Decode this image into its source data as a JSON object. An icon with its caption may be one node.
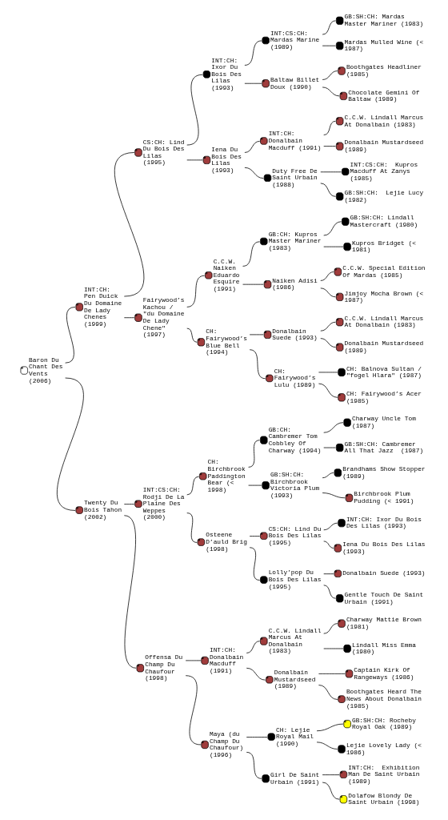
{
  "diagram": {
    "nodes": [
      {
        "text": [
          "GB:SH:CH: Mardas Master Mariner (1983)"
        ]
      },
      {
        "text": [
          "INT:CS:CH:  Mardas Marine (1989)"
        ]
      },
      {
        "text": [
          "Mardas Mulled Wine (< 1987)"
        ]
      },
      {
        "text": [
          "INT:CH: Ixor Du Bois Des Lilas (1993)"
        ]
      },
      {
        "text": [
          "Boothgates Headliner (1985)"
        ]
      },
      {
        "text": [
          "Baltaw Billet Doux (1990)"
        ]
      },
      {
        "text": [
          "Chocolate Gemini Of Baltaw (1989)"
        ]
      },
      {
        "text": [
          "CS:CH: Lind Du Bois Des Lilas (1995)"
        ]
      },
      {
        "text": [
          "C.C.W. Lindall Marcus At Donalbain (1983)"
        ]
      },
      {
        "text": [
          "INT:CH:  Donalbain Macduff (1991)"
        ]
      },
      {
        "text": [
          "Donalbain Mustardseed (1989)"
        ]
      },
      {
        "text": [
          "Iena Du Bois Des Lilas (1993)"
        ]
      },
      {
        "text": [
          "INT:CS:CH:  Kupros Macduff At Zanys (1985)"
        ]
      },
      {
        "text": [
          "Duty Free De Saint Urbain (1988)"
        ]
      },
      {
        "text": [
          "GB:SH:CH:  Lejie Lucy (1982)"
        ]
      },
      {
        "text": [
          "INT:CH:  Pen Duick Du Domaine De Lady Chenes (1999)"
        ]
      },
      {
        "text": [
          "GB:SH:CH: Lindall Mastercraft (1980)"
        ]
      },
      {
        "text": [
          "GB:CH: Kupros Master Mariner (1983)"
        ]
      },
      {
        "text": [
          "Kupros Bridget (< 1981)"
        ]
      },
      {
        "text": [
          "C.C.W. Naiken Eduardo Esquire (1991)"
        ]
      },
      {
        "text": [
          "C.C.W. Special Edition Of Mardas (1985)"
        ]
      },
      {
        "text": [
          "Naiken Adisi (1986)"
        ]
      },
      {
        "text": [
          "Jimjoy Mocha Brown (< 1987)"
        ]
      },
      {
        "text": [
          "Fairywood’s Kachou / \"du Domaine De Lady Chene\" (1997)"
        ]
      },
      {
        "text": [
          "C.C.W. Lindall Marcus At Donalbain (1983)"
        ]
      },
      {
        "text": [
          "Donalbain Suede (1993)"
        ]
      },
      {
        "text": [
          "Donalbain Mustardseed (1989)"
        ]
      },
      {
        "text": [
          "CH: Fairywood’s Blue Bell (1994)"
        ]
      },
      {
        "text": [
          "CH: Balnova Sultan / \"fogel Hlara\" (1987)"
        ]
      },
      {
        "text": [
          "CH: Fairywood’s Lulu (1989)"
        ]
      },
      {
        "text": [
          "CH: Fairywood’s Acer (1985)"
        ]
      },
      {
        "text": [
          "Baron Du Chant Des Vents (2006)"
        ]
      },
      {
        "text": [
          "Charway Uncle Tom (1987)"
        ]
      },
      {
        "text": [
          "GB:CH: Cambremer Tom Cobbley Of Charway (1994)"
        ]
      },
      {
        "text": [
          "GB:SH:CH: Cambremer All That Jazz  (1987)"
        ]
      },
      {
        "text": [
          "CH: Birchbrook Paddington Bear (< 1998)"
        ]
      },
      {
        "text": [
          "Brandhams Show Stopper (1989)"
        ]
      },
      {
        "text": [
          "GB:SH:CH: Birchbrook Victoria Plum (1993)"
        ]
      },
      {
        "text": [
          "Birchbrook Plum Pudding (< 1991)"
        ]
      },
      {
        "text": [
          "INT:CS:CH: Rodji De La Plaine Des Weppes (2000)"
        ]
      },
      {
        "text": [
          "INT:CH: Ixor Du Bois Des Lilas (1993)"
        ]
      },
      {
        "text": [
          "CS:CH: Lind Du Bois Des Lilas (1995)"
        ]
      },
      {
        "text": [
          "Iena Du Bois Des Lilas (1993)"
        ]
      },
      {
        "text": [
          "Osteene D’auld Brig (1998)"
        ]
      },
      {
        "text": [
          "Donalbain Suede (1993)"
        ]
      },
      {
        "text": [
          "Lolly’pop Du Bois Des Lilas (1995)"
        ]
      },
      {
        "text": [
          "Gentle Touch De Saint Urbain (1991)"
        ]
      },
      {
        "text": [
          "Twenty Du Bois Tahon (2002)"
        ]
      },
      {
        "text": [
          "Charway Mattie Brown (1981)"
        ]
      },
      {
        "text": [
          "C.C.W. Lindall Marcus At Donalbain (1983)"
        ]
      },
      {
        "text": [
          "Lindall Miss Emma (1980)"
        ]
      },
      {
        "text": [
          "INT:CH:  Donalbain Macduff (1991)"
        ]
      },
      {
        "text": [
          "Captain Kirk Of Rangeways (1986)"
        ]
      },
      {
        "text": [
          "Donalbain Mustardseed (1989)"
        ]
      },
      {
        "text": [
          "Boothgates Heard The News About Donalbain (1985)"
        ]
      },
      {
        "text": [
          "Offensa Du Champ Du Chaufour (1998)"
        ]
      },
      {
        "text": [
          "GB:SH:CH: Rocheby Royal Oak (1989)"
        ]
      },
      {
        "text": [
          "CH: Lejie Royal Mail (1990)"
        ]
      },
      {
        "text": [
          "Lejie Lovely Lady (< 1986)"
        ]
      },
      {
        "text": [
          "Maya (du Champ Du Chaufour) (1996)"
        ]
      },
      {
        "text": [
          "INT:CH:  Exhibition Man De Saint Urbain (1989)"
        ]
      },
      {
        "text": [
          "Girl De Saint Urbain (1991)"
        ]
      },
      {
        "text": [
          "Dolafow Blondy De Saint Urbain (1998)"
        ]
      }
    ],
    "edges": [
      {
        "from": 1,
        "to": 0,
        "arrow": "none"
      },
      {
        "from": 1,
        "to": 2,
        "arrow": "none"
      },
      {
        "from": 3,
        "to": 1,
        "arrow": "none"
      },
      {
        "from": 3,
        "to": 5,
        "arrow": "none"
      },
      {
        "from": 5,
        "to": 4,
        "arrow": "none"
      },
      {
        "from": 5,
        "to": 6,
        "arrow": "none"
      },
      {
        "from": 7,
        "to": 3,
        "arrow": "none"
      },
      {
        "from": 7,
        "to": 11,
        "arrow": "none"
      },
      {
        "from": 9,
        "to": 8,
        "arrow": "none"
      },
      {
        "from": 9,
        "to": 10,
        "arrow": "none"
      },
      {
        "from": 11,
        "to": 9,
        "arrow": "none"
      },
      {
        "from": 11,
        "to": 13,
        "arrow": "none"
      },
      {
        "from": 13,
        "to": 12,
        "arrow": "none"
      },
      {
        "from": 13,
        "to": 14,
        "arrow": "none"
      },
      {
        "from": 15,
        "to": 7,
        "arrow": "none"
      },
      {
        "from": 15,
        "to": 23,
        "arrow": "none"
      },
      {
        "from": 17,
        "to": 16,
        "arrow": "none"
      },
      {
        "from": 17,
        "to": 18,
        "arrow": "none"
      },
      {
        "from": 19,
        "to": 17,
        "arrow": "none"
      },
      {
        "from": 19,
        "to": 21,
        "arrow": "none"
      },
      {
        "from": 21,
        "to": 20,
        "arrow": "none"
      },
      {
        "from": 21,
        "to": 22,
        "arrow": "none"
      },
      {
        "from": 23,
        "to": 19,
        "arrow": "none"
      },
      {
        "from": 23,
        "to": 27,
        "arrow": "none"
      },
      {
        "from": 25,
        "to": 24,
        "arrow": "none"
      },
      {
        "from": 25,
        "to": 26,
        "arrow": "none"
      },
      {
        "from": 27,
        "to": 25,
        "arrow": "none"
      },
      {
        "from": 27,
        "to": 29,
        "arrow": "none"
      },
      {
        "from": 29,
        "to": 28,
        "arrow": "none"
      },
      {
        "from": 29,
        "to": 30,
        "arrow": "none"
      },
      {
        "from": 31,
        "to": 15,
        "arrow": "none"
      },
      {
        "from": 31,
        "to": 47,
        "arrow": "none"
      },
      {
        "from": 33,
        "to": 32,
        "arrow": "none"
      },
      {
        "from": 33,
        "to": 34,
        "arrow": "none"
      },
      {
        "from": 35,
        "to": 33,
        "arrow": "none"
      },
      {
        "from": 35,
        "to": 37,
        "arrow": "none"
      },
      {
        "from": 37,
        "to": 36,
        "arrow": "none"
      },
      {
        "from": 37,
        "to": 38,
        "arrow": "none"
      },
      {
        "from": 39,
        "to": 35,
        "arrow": "none"
      },
      {
        "from": 39,
        "to": 43,
        "arrow": "none"
      },
      {
        "from": 41,
        "to": 40,
        "arrow": "none"
      },
      {
        "from": 41,
        "to": 42,
        "arrow": "none"
      },
      {
        "from": 43,
        "to": 41,
        "arrow": "none"
      },
      {
        "from": 43,
        "to": 45,
        "arrow": "none"
      },
      {
        "from": 45,
        "to": 44,
        "arrow": "none"
      },
      {
        "from": 45,
        "to": 46,
        "arrow": "none"
      },
      {
        "from": 47,
        "to": 39,
        "arrow": "none"
      },
      {
        "from": 47,
        "to": 55,
        "arrow": "none"
      },
      {
        "from": 49,
        "to": 48,
        "arrow": "none"
      },
      {
        "from": 49,
        "to": 50,
        "arrow": "none"
      },
      {
        "from": 51,
        "to": 49,
        "arrow": "none"
      },
      {
        "from": 51,
        "to": 53,
        "arrow": "none"
      },
      {
        "from": 53,
        "to": 52,
        "arrow": "none"
      },
      {
        "from": 53,
        "to": 54,
        "arrow": "none"
      },
      {
        "from": 55,
        "to": 51,
        "arrow": "none"
      },
      {
        "from": 55,
        "to": 59,
        "arrow": "none"
      },
      {
        "from": 57,
        "to": 56,
        "arrow": "none"
      },
      {
        "from": 57,
        "to": 58,
        "arrow": "none"
      },
      {
        "from": 59,
        "to": 57,
        "arrow": "none"
      },
      {
        "from": 59,
        "to": 61,
        "arrow": "none"
      },
      {
        "from": 61,
        "to": 60,
        "arrow": "none"
      },
      {
        "from": 61,
        "to": 62,
        "arrow": "none"
      }
    ]
  }
}
